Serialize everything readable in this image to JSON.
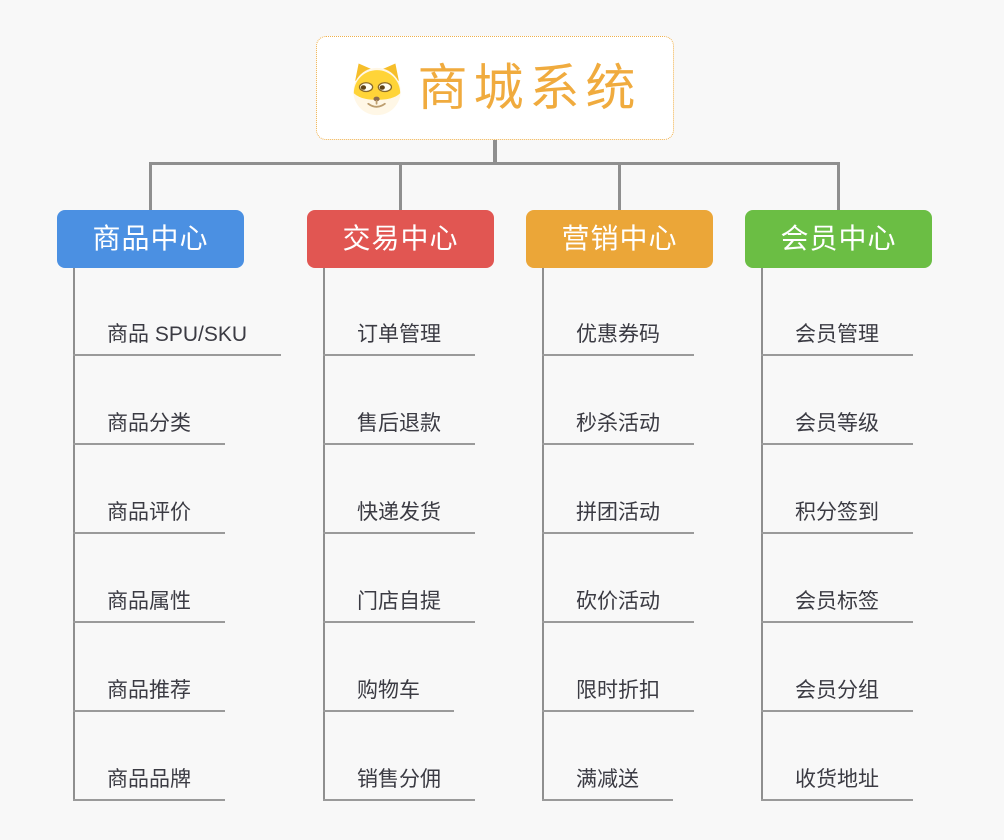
{
  "root": {
    "label": "商城系统",
    "icon": "doge-icon"
  },
  "branches": [
    {
      "label": "商品中心",
      "color": "#4B90E2",
      "children": [
        "商品 SPU/SKU",
        "商品分类",
        "商品评价",
        "商品属性",
        "商品推荐",
        "商品品牌"
      ]
    },
    {
      "label": "交易中心",
      "color": "#E15652",
      "children": [
        "订单管理",
        "售后退款",
        "快递发货",
        "门店自提",
        "购物车",
        "销售分佣"
      ]
    },
    {
      "label": "营销中心",
      "color": "#EBA638",
      "children": [
        "优惠券码",
        "秒杀活动",
        "拼团活动",
        "砍价活动",
        "限时折扣",
        "满减送"
      ]
    },
    {
      "label": "会员中心",
      "color": "#6BBE44",
      "children": [
        "会员管理",
        "会员等级",
        "积分签到",
        "会员标签",
        "会员分组",
        "收货地址"
      ]
    }
  ],
  "colors": {
    "background": "#f8f8f8",
    "connector": "#8f8f8f",
    "leaf_underline": "#9a9a9a",
    "leaf_text": "#3b3b43",
    "root_text": "#f0ab3e",
    "root_border": "#f0b04a",
    "branch_text": "#ffffff"
  }
}
